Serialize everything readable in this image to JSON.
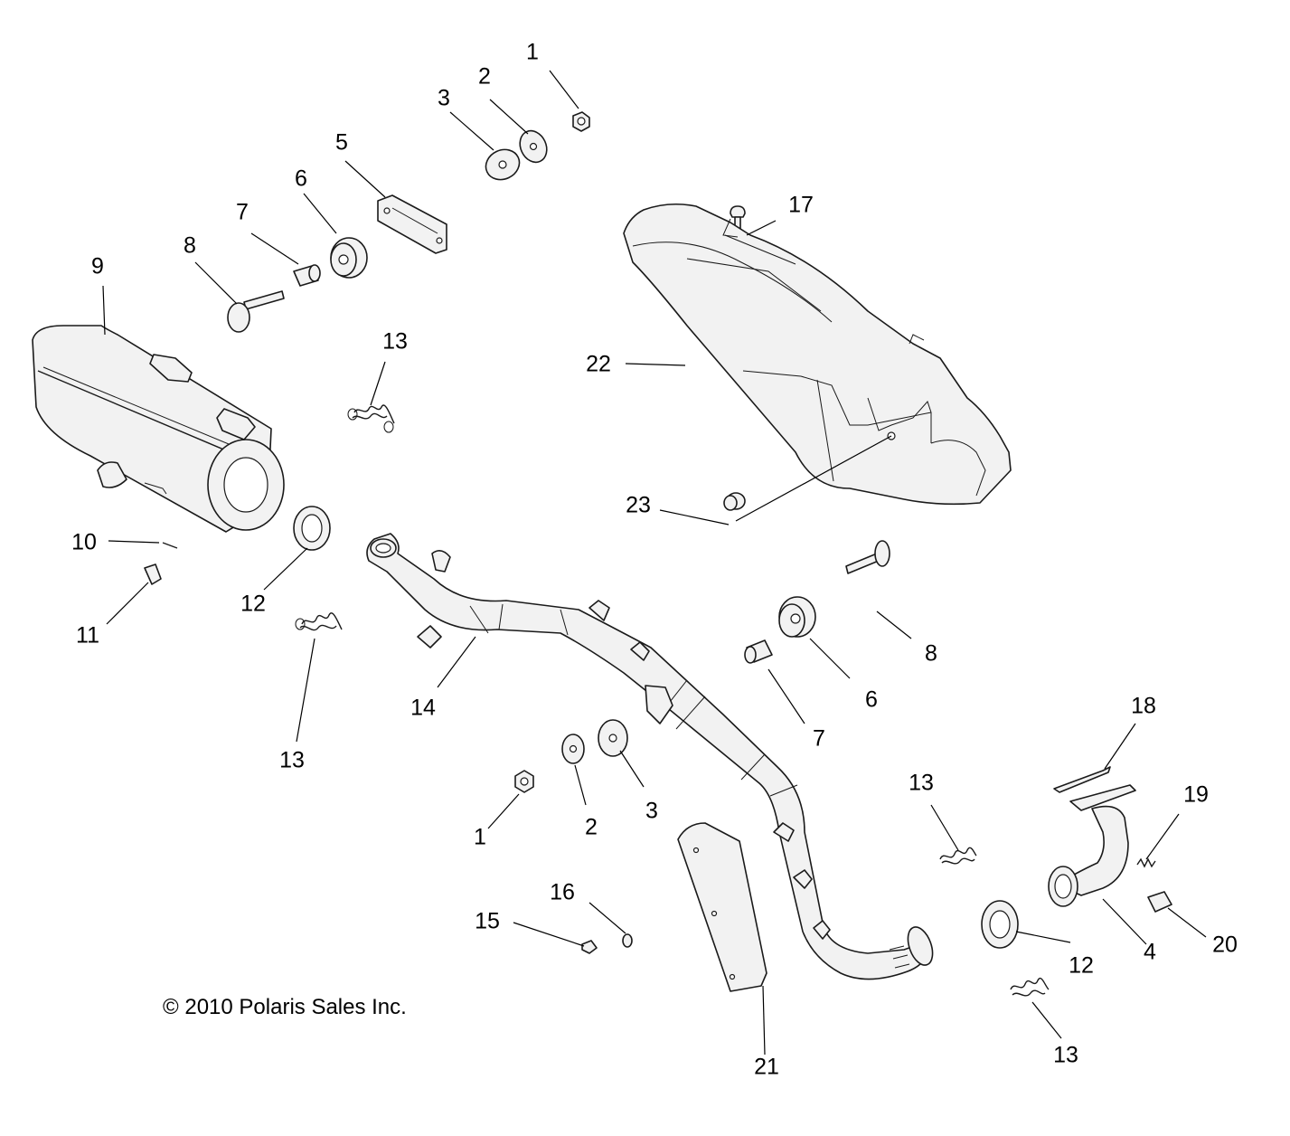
{
  "copyright": "© 2010 Polaris Sales Inc.",
  "callouts": [
    "1",
    "2",
    "3",
    "5",
    "6",
    "7",
    "8",
    "9",
    "13",
    "10",
    "11",
    "12",
    "13",
    "14",
    "17",
    "22",
    "23",
    "8",
    "6",
    "7",
    "1",
    "2",
    "3",
    "18",
    "13",
    "19",
    "4",
    "20",
    "12",
    "13",
    "16",
    "15",
    "21"
  ]
}
